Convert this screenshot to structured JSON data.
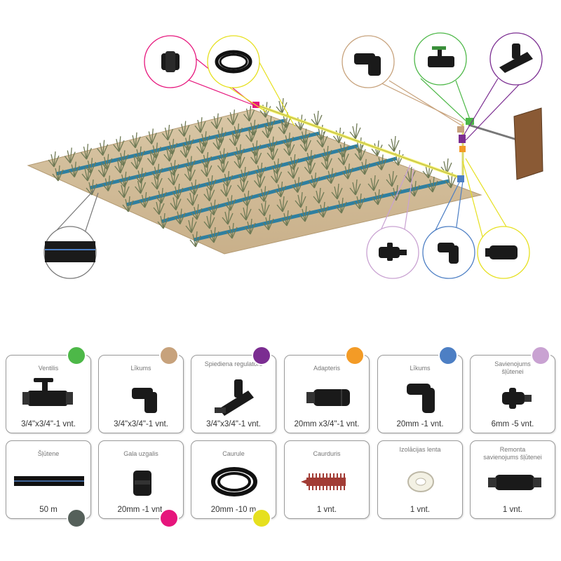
{
  "colors": {
    "green": "#4db848",
    "tan": "#c7a27c",
    "purple": "#7b2d91",
    "orange": "#f39b26",
    "blue": "#4d7fc4",
    "lilac": "#c9a2d2",
    "darkgray": "#55605a",
    "magenta": "#e6157c",
    "yellow": "#e6e01e"
  },
  "row1": [
    {
      "name": "Ventilis",
      "qty": "3/4\"x3/4\"-1 vnt.",
      "icon": "ball-valve-icon",
      "color": "green"
    },
    {
      "name": "Līkums",
      "qty": "3/4\"x3/4\"-1 vnt.",
      "icon": "elbow-fitting-icon",
      "color": "tan"
    },
    {
      "name": "Spiediena regulators",
      "qty": "3/4\"x3/4\"-1 vnt.",
      "icon": "pressure-regulator-icon",
      "color": "purple"
    },
    {
      "name": "Adapteris",
      "qty": "20mm x3/4\"-1 vnt.",
      "icon": "adapter-icon",
      "color": "orange"
    },
    {
      "name": "Līkums",
      "qty": "20mm -1 vnt.",
      "icon": "elbow-20mm-icon",
      "color": "blue"
    },
    {
      "name": "Savienojums šļūtenei",
      "qty": "6mm -5 vnt.",
      "icon": "tape-connector-icon",
      "color": "lilac"
    }
  ],
  "row2": [
    {
      "name": "Šļūtene",
      "qty": "50 m",
      "icon": "drip-tape-icon",
      "color": "darkgray"
    },
    {
      "name": "Gala uzgalis",
      "qty": "20mm -1 vnt.",
      "icon": "end-cap-icon",
      "color": "magenta"
    },
    {
      "name": "Caurule",
      "qty": "20mm -10 m",
      "icon": "pipe-coil-icon",
      "color": "yellow"
    },
    {
      "name": "Caurduris",
      "qty": "1 vnt.",
      "icon": "hole-punch-icon"
    },
    {
      "name": "Izolācijas lenta",
      "qty": "1 vnt.",
      "icon": "insulation-tape-icon"
    },
    {
      "name": "Remonta savienojums šļūtenei",
      "qty": "1 vnt.",
      "icon": "repair-connector-icon"
    }
  ]
}
